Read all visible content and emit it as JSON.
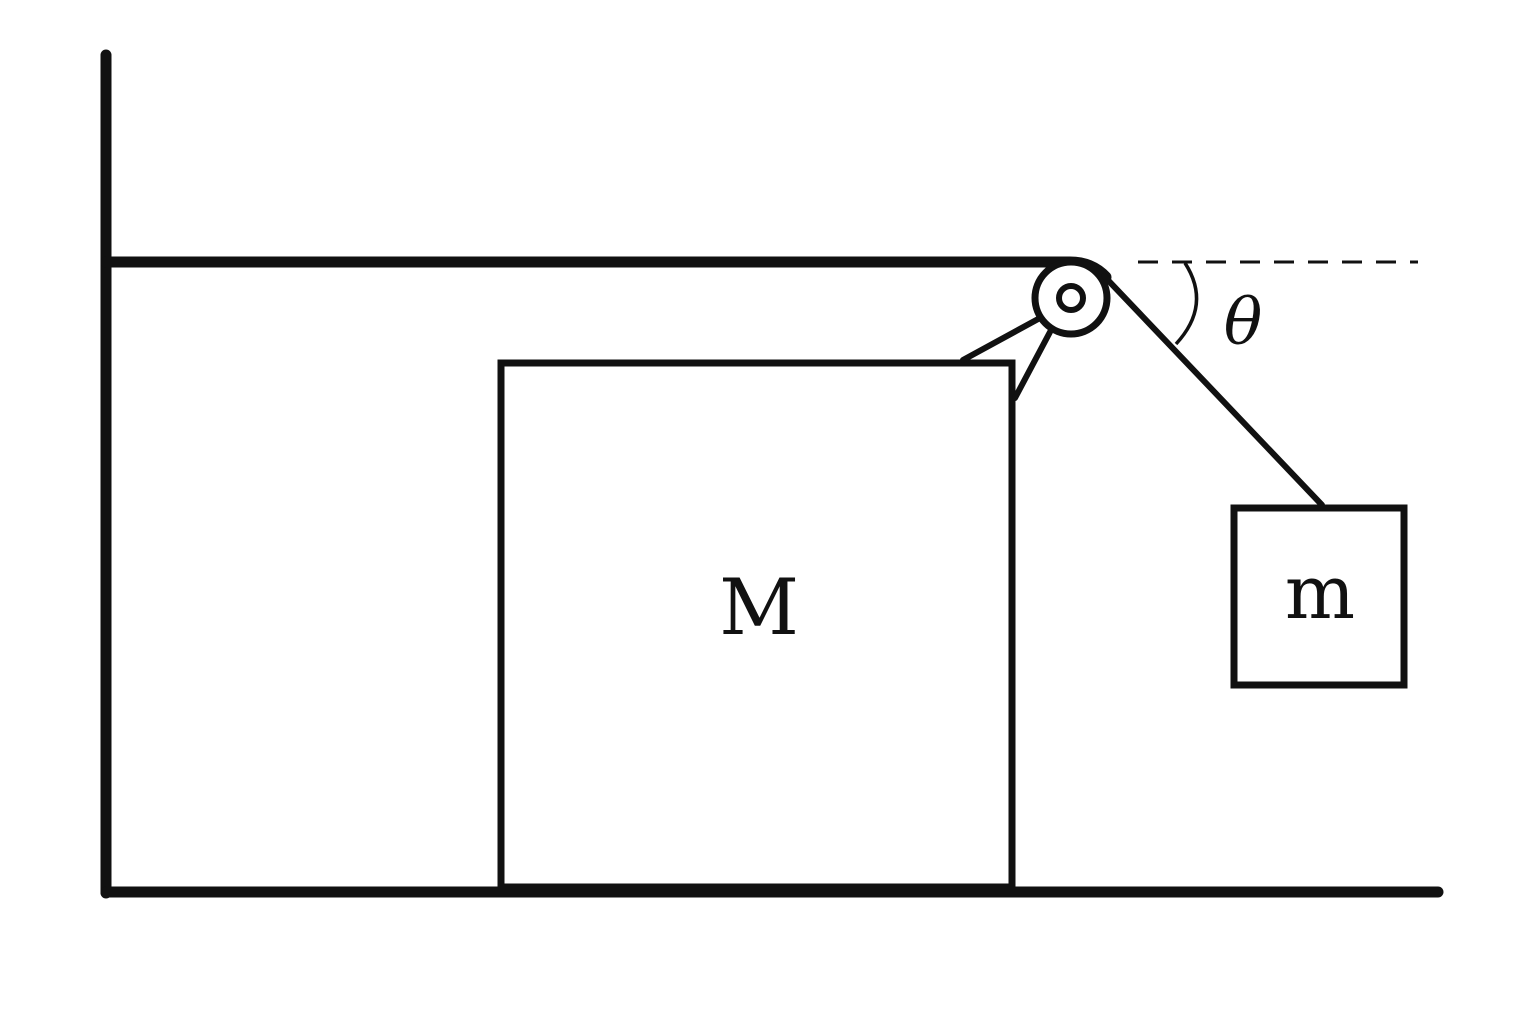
{
  "diagram": {
    "labels": {
      "large_block": "M",
      "hanging_block": "m",
      "angle": "θ"
    },
    "colors": {
      "stroke": "#111111",
      "background": "#ffffff"
    }
  }
}
